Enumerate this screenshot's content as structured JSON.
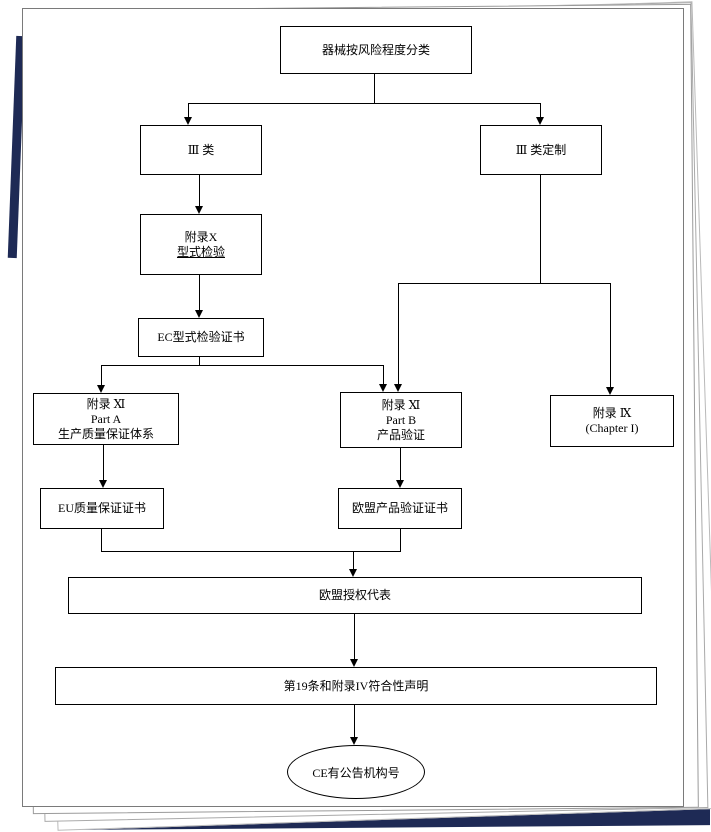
{
  "flowchart": {
    "nodes": {
      "root": {
        "lines": [
          "器械按风险程度分类"
        ]
      },
      "class_iii": {
        "lines": [
          "Ⅲ 类"
        ]
      },
      "class_iii_custom": {
        "lines": [
          "Ⅲ 类定制"
        ]
      },
      "annex_x": {
        "lines": [
          "附录X",
          "型式检验"
        ]
      },
      "ec_type_cert": {
        "lines": [
          "EC型式检验证书"
        ]
      },
      "annex_xi_part_a": {
        "lines": [
          "附录 Ⅺ",
          "Part A",
          "生产质量保证体系"
        ]
      },
      "annex_xi_part_b": {
        "lines": [
          "附录 Ⅺ",
          "Part B",
          "产品验证"
        ]
      },
      "annex_ix": {
        "lines": [
          "附录 Ⅸ",
          "(Chapter I)"
        ]
      },
      "eu_quality_cert": {
        "lines": [
          "EU质量保证证书"
        ]
      },
      "eu_product_cert": {
        "lines": [
          "欧盟产品验证证书"
        ]
      },
      "eu_auth_rep": {
        "lines": [
          "欧盟授权代表"
        ]
      },
      "declaration": {
        "lines": [
          "第19条和附录IV符合性声明"
        ]
      },
      "ce_notified_body": {
        "lines": [
          "CE有公告机构号"
        ]
      }
    },
    "colors": {
      "node_border": "#000000",
      "connector": "#000000",
      "front_page_border": "#7a7a7a",
      "back_page_border": "#a9a9a9",
      "cover_navy": "#1e2a55",
      "cover_yellow": "#d9b833"
    }
  }
}
